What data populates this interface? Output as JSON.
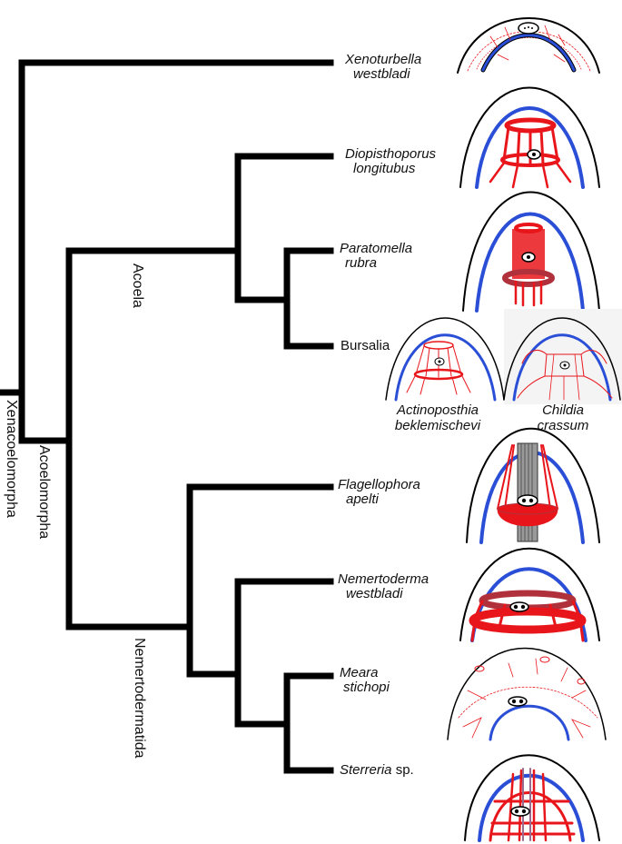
{
  "tips": [
    {
      "genus": "Xenoturbella",
      "epithet": "westbladi"
    },
    {
      "genus": "Diopisthoporus",
      "epithet": "longitubus"
    },
    {
      "genus": "Paratomella",
      "epithet": "rubra"
    },
    {
      "name": "Bursalia"
    },
    {
      "genus": "Flagellophora",
      "epithet": "apelti"
    },
    {
      "genus": "Nemertoderma",
      "epithet": "westbladi"
    },
    {
      "genus": "Meara",
      "epithet": "stichopi"
    },
    {
      "genus": "Sterreria",
      "suffix": "sp."
    }
  ],
  "clades": {
    "xenacoelomorpha": "Xenacoelomorpha",
    "acoelomorpha": "Acoelomorpha",
    "acoela": "Acoela",
    "nemertodermatida": "Nemertodermatida"
  },
  "bursalia_examples": [
    {
      "genus": "Actinoposthia",
      "epithet": "beklemischevi"
    },
    {
      "genus": "Childia",
      "epithet": "crassum"
    }
  ],
  "colors": {
    "tree": "#000000",
    "muscle": "#e8161b",
    "muscle_dark": "#b0313b",
    "epidermis_line": "#2a4fd6",
    "outline": "#000000"
  }
}
